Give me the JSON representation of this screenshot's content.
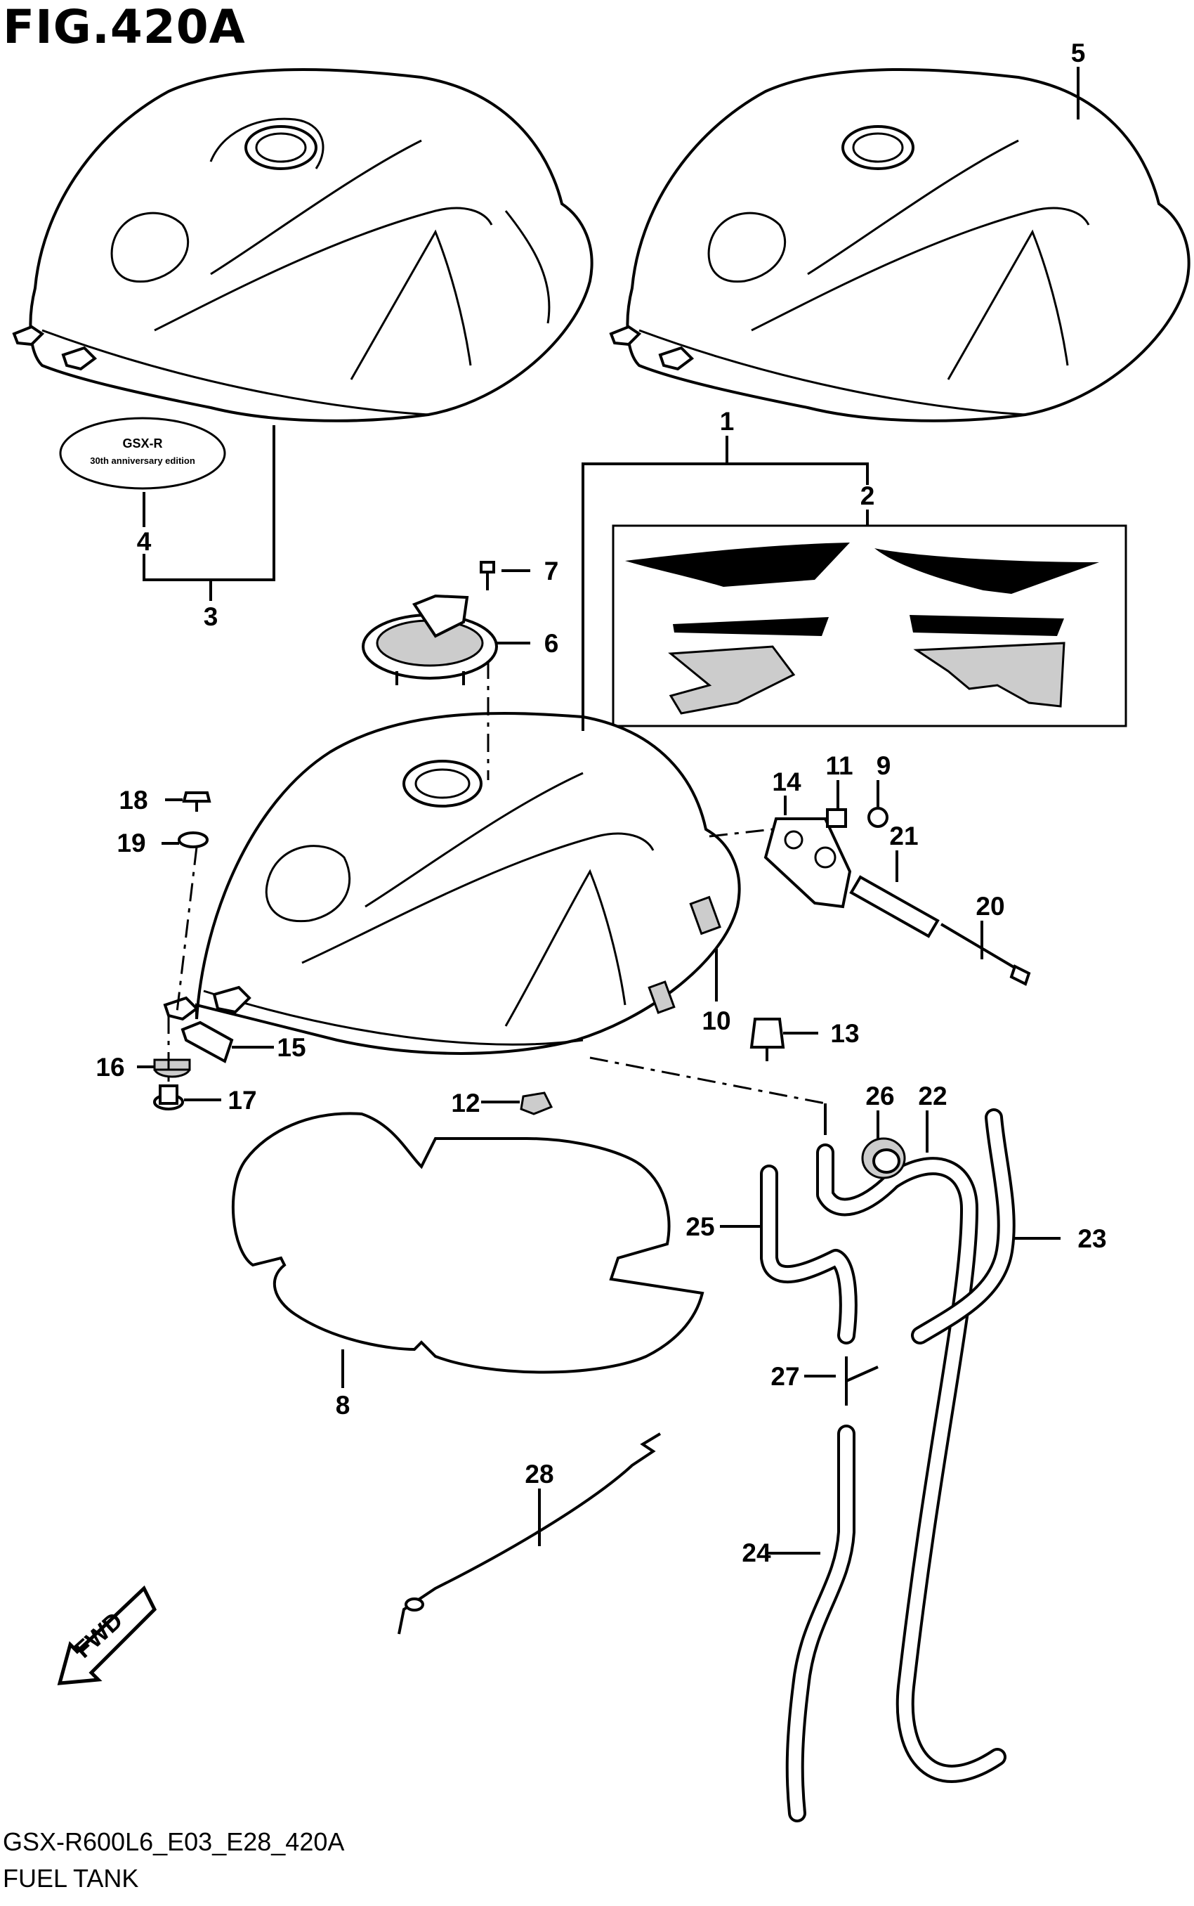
{
  "figure": {
    "title": "FIG.420A",
    "code": "GSX-R600L6_E03_E28_420A",
    "name": "FUEL TANK"
  },
  "emblem": {
    "line1": "GSX-R",
    "line2": "30th anniversary edition"
  },
  "fwd_label": "FWD",
  "callouts": [
    "1",
    "2",
    "3",
    "4",
    "5",
    "6",
    "7",
    "8",
    "9",
    "10",
    "11",
    "12",
    "13",
    "14",
    "15",
    "16",
    "17",
    "18",
    "19",
    "20",
    "21",
    "22",
    "23",
    "24",
    "25",
    "26",
    "27",
    "28"
  ],
  "colors": {
    "ink": "#000000",
    "paper": "#ffffff",
    "shade": "#cccccc"
  }
}
